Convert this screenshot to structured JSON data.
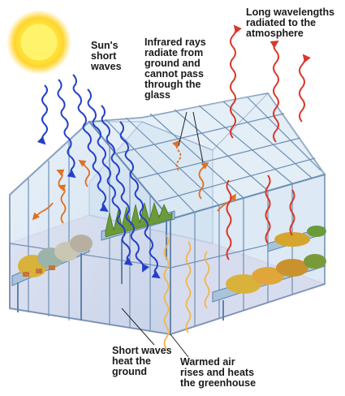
{
  "labels": {
    "sun": [
      "Sun's",
      "short",
      "waves"
    ],
    "infrared": [
      "Infrared rays",
      "radiate from",
      "ground and",
      "cannot pass",
      "through the",
      "glass"
    ],
    "long_wave": [
      "Long wavelengths",
      "radiated to the",
      "atmosphere"
    ],
    "short_heat": [
      "Short waves",
      "heat the",
      "ground"
    ],
    "warmed": [
      "Warmed air",
      "rises and heats",
      "the greenhouse"
    ]
  },
  "colors": {
    "sun_core": "#ffe033",
    "sun_glow": "#fff6a8",
    "short_wave": "#2440c8",
    "long_wave": "#d8392b",
    "warm_air": "#f2b64a",
    "glass_frame": "#6d8fb4",
    "glass_fill": "#c9dcee",
    "floor": "#e9d2ea",
    "plants_green": "#6b9a3a",
    "plants_yellow": "#d9b23c",
    "pots": "#c4753a"
  },
  "icons": {
    "sun": "sun-icon",
    "greenhouse": "greenhouse-illustration"
  }
}
